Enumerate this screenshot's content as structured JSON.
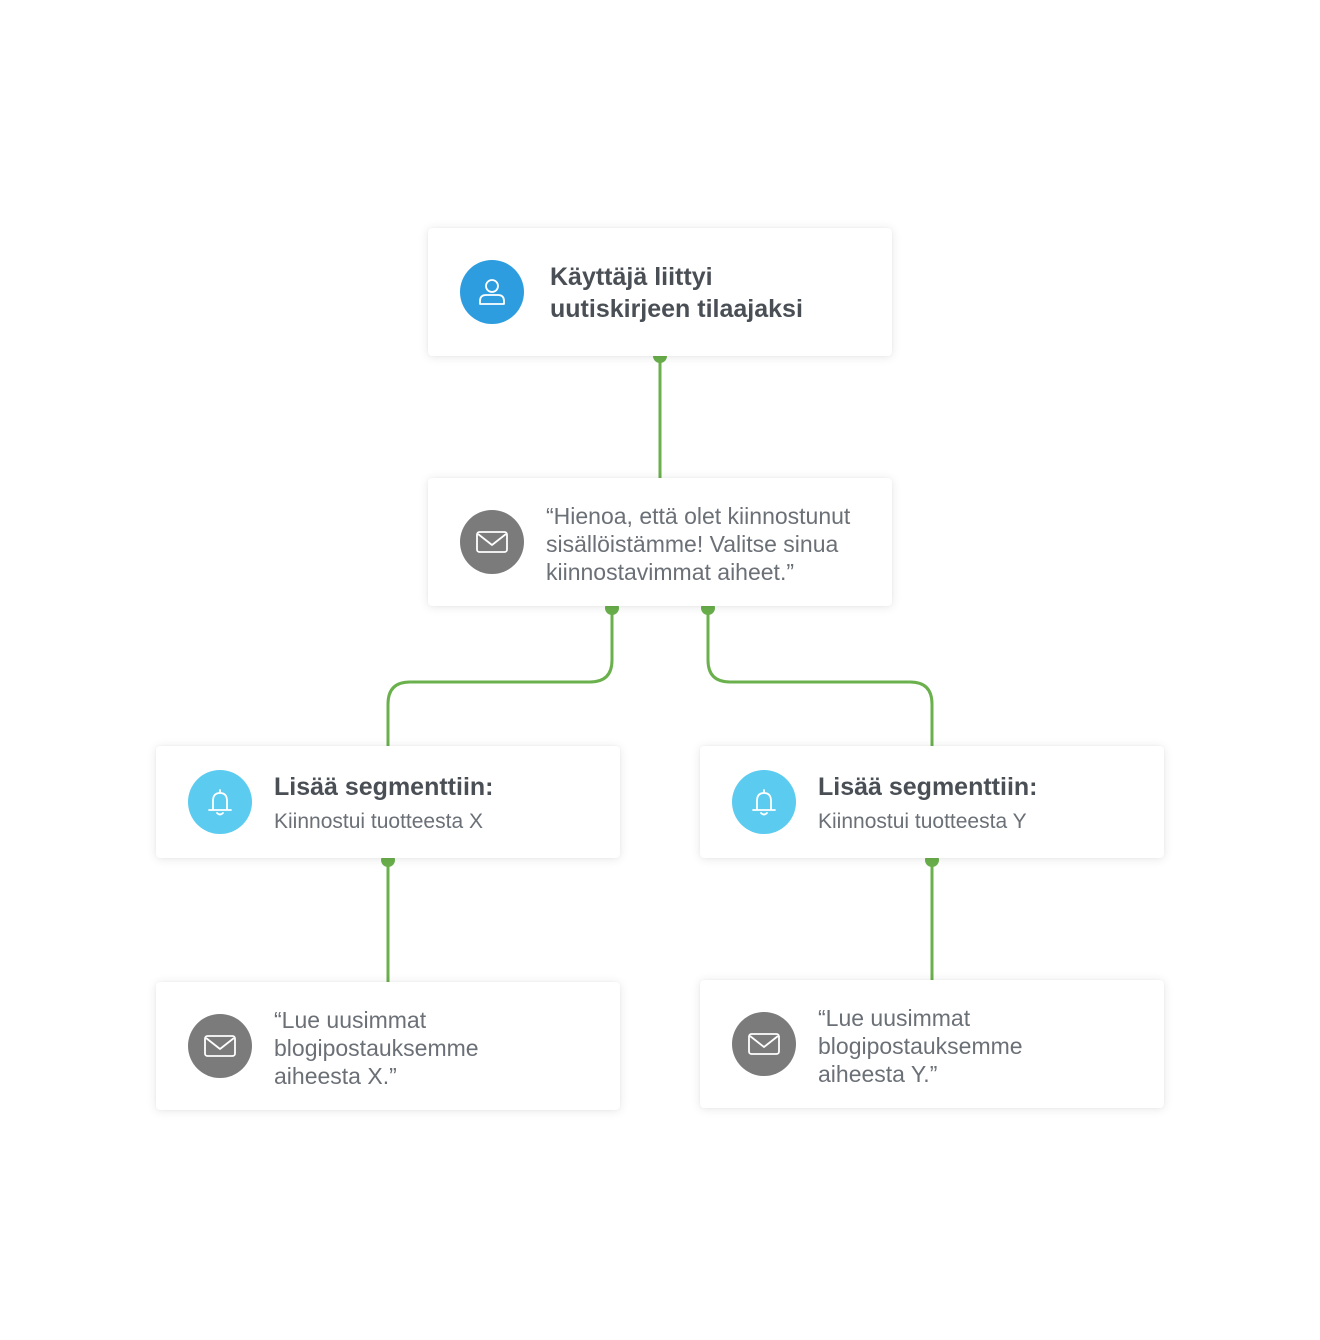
{
  "colors": {
    "connector": "#6ab04c",
    "user_icon_bg": "#2e9de0",
    "email_icon_bg": "#7b7b7b",
    "bell_icon_bg": "#5ccbf0"
  },
  "trigger": {
    "icon": "user-icon",
    "title": "Käyttäjä liittyi uutiskirjeen tilaajaksi"
  },
  "welcome_email": {
    "icon": "envelope-icon",
    "text": "“Hienoa, että olet kiinnostunut sisällöistämme! Valitse sinua kiinnostavimmat aiheet.”"
  },
  "segment_x": {
    "icon": "bell-icon",
    "title": "Lisää segmenttiin:",
    "subtitle": "Kiinnostui tuotteesta X"
  },
  "segment_y": {
    "icon": "bell-icon",
    "title": "Lisää segmenttiin:",
    "subtitle": "Kiinnostui tuotteesta Y"
  },
  "email_x": {
    "icon": "envelope-icon",
    "text": "“Lue uusimmat blogipostauksemme aiheesta X.”"
  },
  "email_y": {
    "icon": "envelope-icon",
    "text": "“Lue uusimmat blogipostauksemme aiheesta Y.”"
  }
}
